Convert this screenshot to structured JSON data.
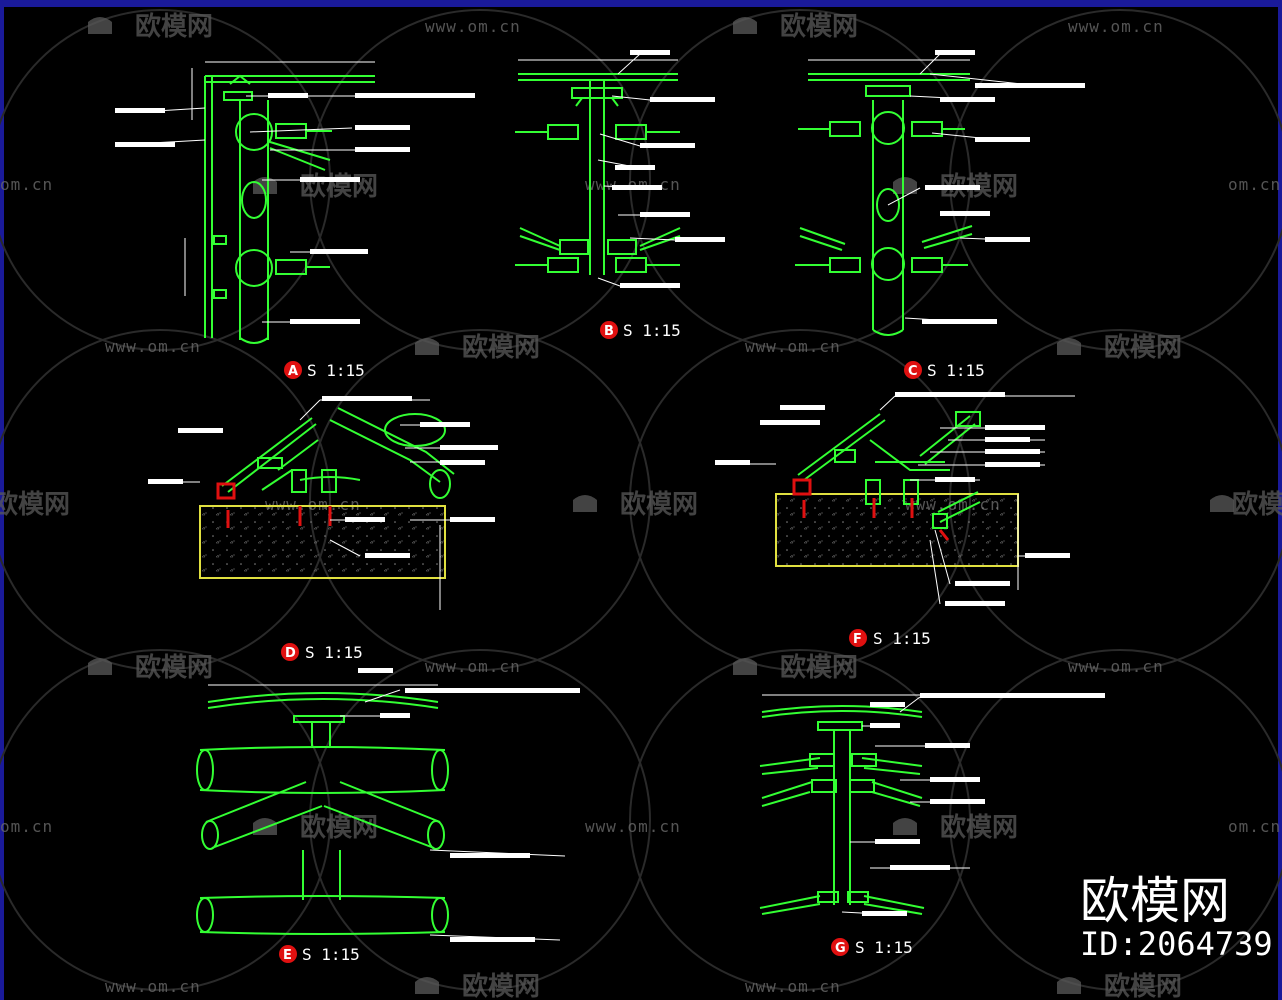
{
  "watermark": {
    "brand_text": "欧模网",
    "url_text": "www.om.cn",
    "url_partial": "om.cn",
    "brand_partial": "欧模网"
  },
  "brand_logo": {
    "title": "欧模网",
    "id_text": "ID:2064739"
  },
  "details": [
    {
      "mark": "A",
      "scale": "S 1:15"
    },
    {
      "mark": "B",
      "scale": "S 1:15"
    },
    {
      "mark": "C",
      "scale": "S 1:15"
    },
    {
      "mark": "D",
      "scale": "S 1:15"
    },
    {
      "mark": "F",
      "scale": "S 1:15"
    },
    {
      "mark": "E",
      "scale": "S 1:15"
    },
    {
      "mark": "G",
      "scale": "S 1:15"
    }
  ],
  "colors": {
    "background": "#000000",
    "line_green": "#33ff33",
    "line_yellow": "#e0e040",
    "dim_white": "#ffffff",
    "marker_red": "#e01010",
    "frame_blue": "#1a1a9a"
  }
}
